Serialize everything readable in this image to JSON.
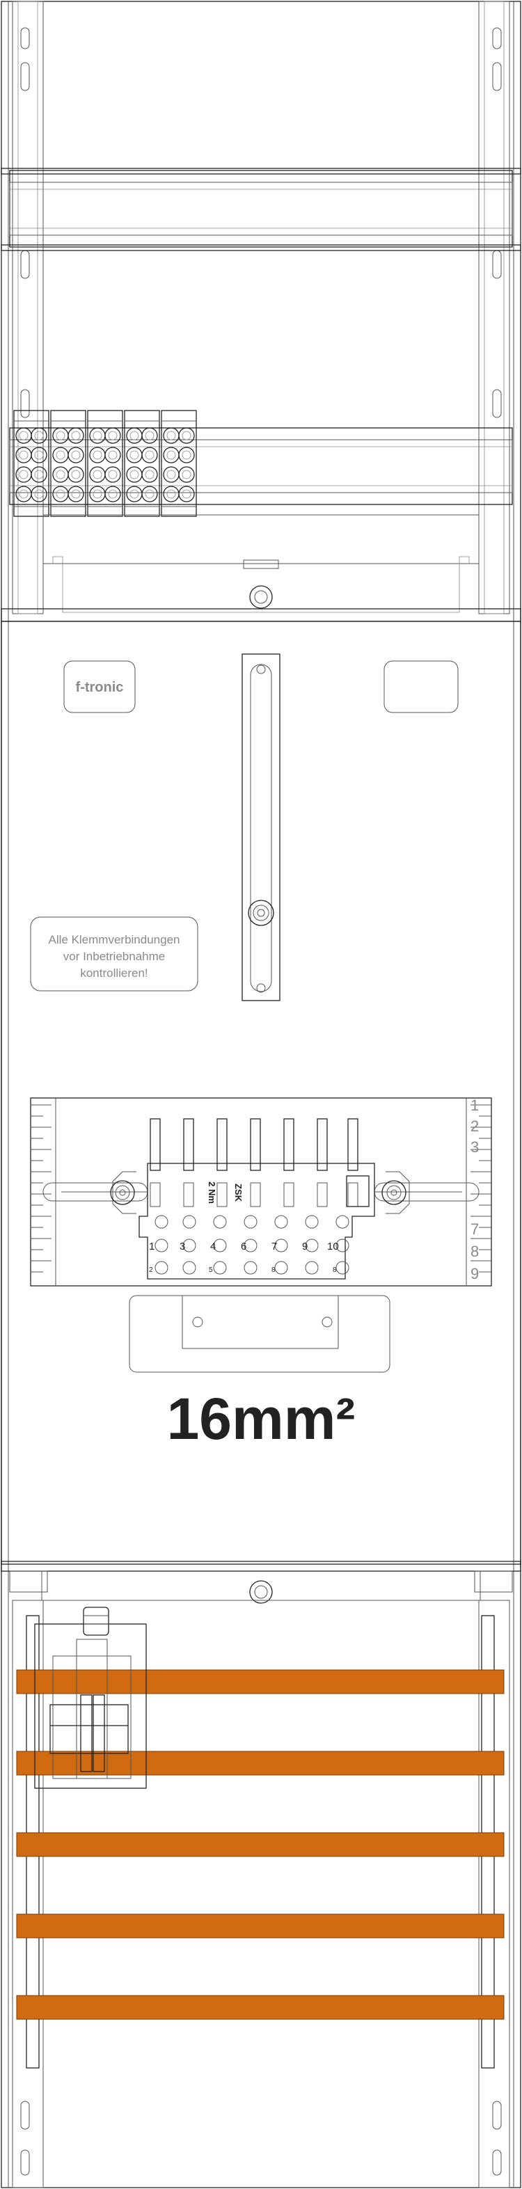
{
  "brand_logo": "f-tronic",
  "notice_lines": [
    "Alle Klemmverbindungen",
    "vor Inbetriebnahme",
    "kontrollieren!"
  ],
  "wire_size": "16mm²",
  "zsk": {
    "torque": "2 Nm",
    "code": "ZSK",
    "terminal_row_1": [
      "1",
      "3",
      "4",
      "6",
      "7",
      "9",
      "10"
    ],
    "terminal_row_2": [
      "2",
      "5",
      "8",
      "8"
    ],
    "scale_numbers": [
      "1",
      "2",
      "3",
      "7",
      "8",
      "9"
    ]
  },
  "colors": {
    "busbar": "#d06b12",
    "outline": "#222222"
  },
  "busbar_count": 5,
  "terminal_block_count": 5
}
